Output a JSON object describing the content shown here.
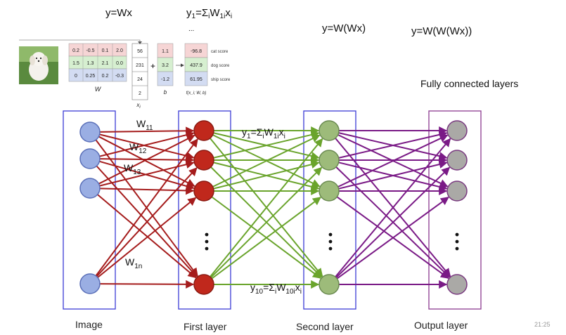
{
  "header": {
    "eq1": "y=Wx",
    "eq2_main": "y",
    "eq2_sub1": "1",
    "eq2_rest": "=Σ",
    "eq2_sub2": "i",
    "eq2_w": "W",
    "eq2_sub3": "1i",
    "eq2_x": "x",
    "eq2_sub4": "i",
    "eq2_dots": "...",
    "eq3": "y=W(Wx)",
    "eq4": "y=W(W(Wx))",
    "fc_label": "Fully connected layers"
  },
  "matrix": {
    "W_rows": [
      [
        "0.2",
        "-0.5",
        "0.1",
        "2.0"
      ],
      [
        "1.5",
        "1.3",
        "2.1",
        "0.0"
      ],
      [
        "0",
        "0.25",
        "0.2",
        "-0.3"
      ]
    ],
    "x_vals": [
      "56",
      "231",
      "24",
      "2"
    ],
    "b_vals": [
      "1.1",
      "3.2",
      "-1.2"
    ],
    "f_vals": [
      "-96.8",
      "437.9",
      "61.95"
    ],
    "score_labels": [
      "cat score",
      "dog score",
      "ship score"
    ],
    "W_label": "W",
    "x_label": "x",
    "x_label_sub": "i",
    "b_label": "b",
    "f_label": "f(x_i; W, b)",
    "plus": "+",
    "row_colors": [
      "#f6d5d5",
      "#d6efd0",
      "#d3dcf2"
    ]
  },
  "weights": {
    "w11": "W",
    "w11_sub": "11",
    "w12": "W",
    "w12_sub": "12",
    "w13": "W",
    "w13_sub": "13",
    "w1n": "W",
    "w1n_sub": "1n"
  },
  "annotations": {
    "y1_main": "y",
    "y1_sub": "1",
    "y1_rest": "=Σ",
    "y1_i": "i",
    "y1_w": "W",
    "y1_wsub": "1i",
    "y1_x": "x",
    "y1_xsub": "i",
    "y10_main": "y",
    "y10_sub": "10",
    "y10_rest": "=Σ",
    "y10_i": "i",
    "y10_w": "W",
    "y10_wsub": "10i",
    "y10_x": "x",
    "y10_xsub": "i"
  },
  "layers": {
    "image": "Image",
    "first": "First layer",
    "second": "Second layer",
    "output": "Output layer"
  },
  "colors": {
    "input_node": "#9aaee3",
    "first_node": "#c0281c",
    "second_node": "#9dbb7a",
    "output_node": "#aaa9a6",
    "first_edges": "#a51c1c",
    "second_edges": "#6aa42c",
    "third_edges": "#7a1a86",
    "input_box": "#3b3bd6",
    "output_box": "#8b3a90"
  },
  "timestamp": "21:25"
}
